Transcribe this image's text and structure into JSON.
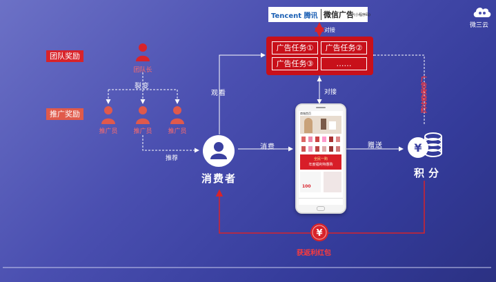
{
  "brand": {
    "name": "微三云"
  },
  "partner": {
    "tencent": "Tencent 腾讯",
    "product": "微信广告",
    "sub": "(小程序码)"
  },
  "labels": {
    "dock_top": "对接",
    "dock_mid": "对接",
    "team_reward": "团队奖励",
    "promo_reward": "推广奖励",
    "leader": "团队长",
    "fission": "裂变",
    "promoters": [
      "推广员",
      "推广员",
      "推广员"
    ],
    "recommend": "推荐",
    "watch": "观看",
    "consume": "消费",
    "gift": "赠送",
    "consumer": "消费者",
    "points": "积分",
    "ad_dividend": "广告收益分红",
    "bonus": "获返利红包"
  },
  "ad_tasks": [
    "广告任务①",
    "广告任务②",
    "广告任务③",
    "……"
  ],
  "phone": {
    "store_title": "商城首页",
    "banner_line1": "全民一购",
    "banner_line2": "年度福利特惠购",
    "price": "100"
  },
  "colors": {
    "red": "#c8101a",
    "accent": "#ff3b3b"
  }
}
